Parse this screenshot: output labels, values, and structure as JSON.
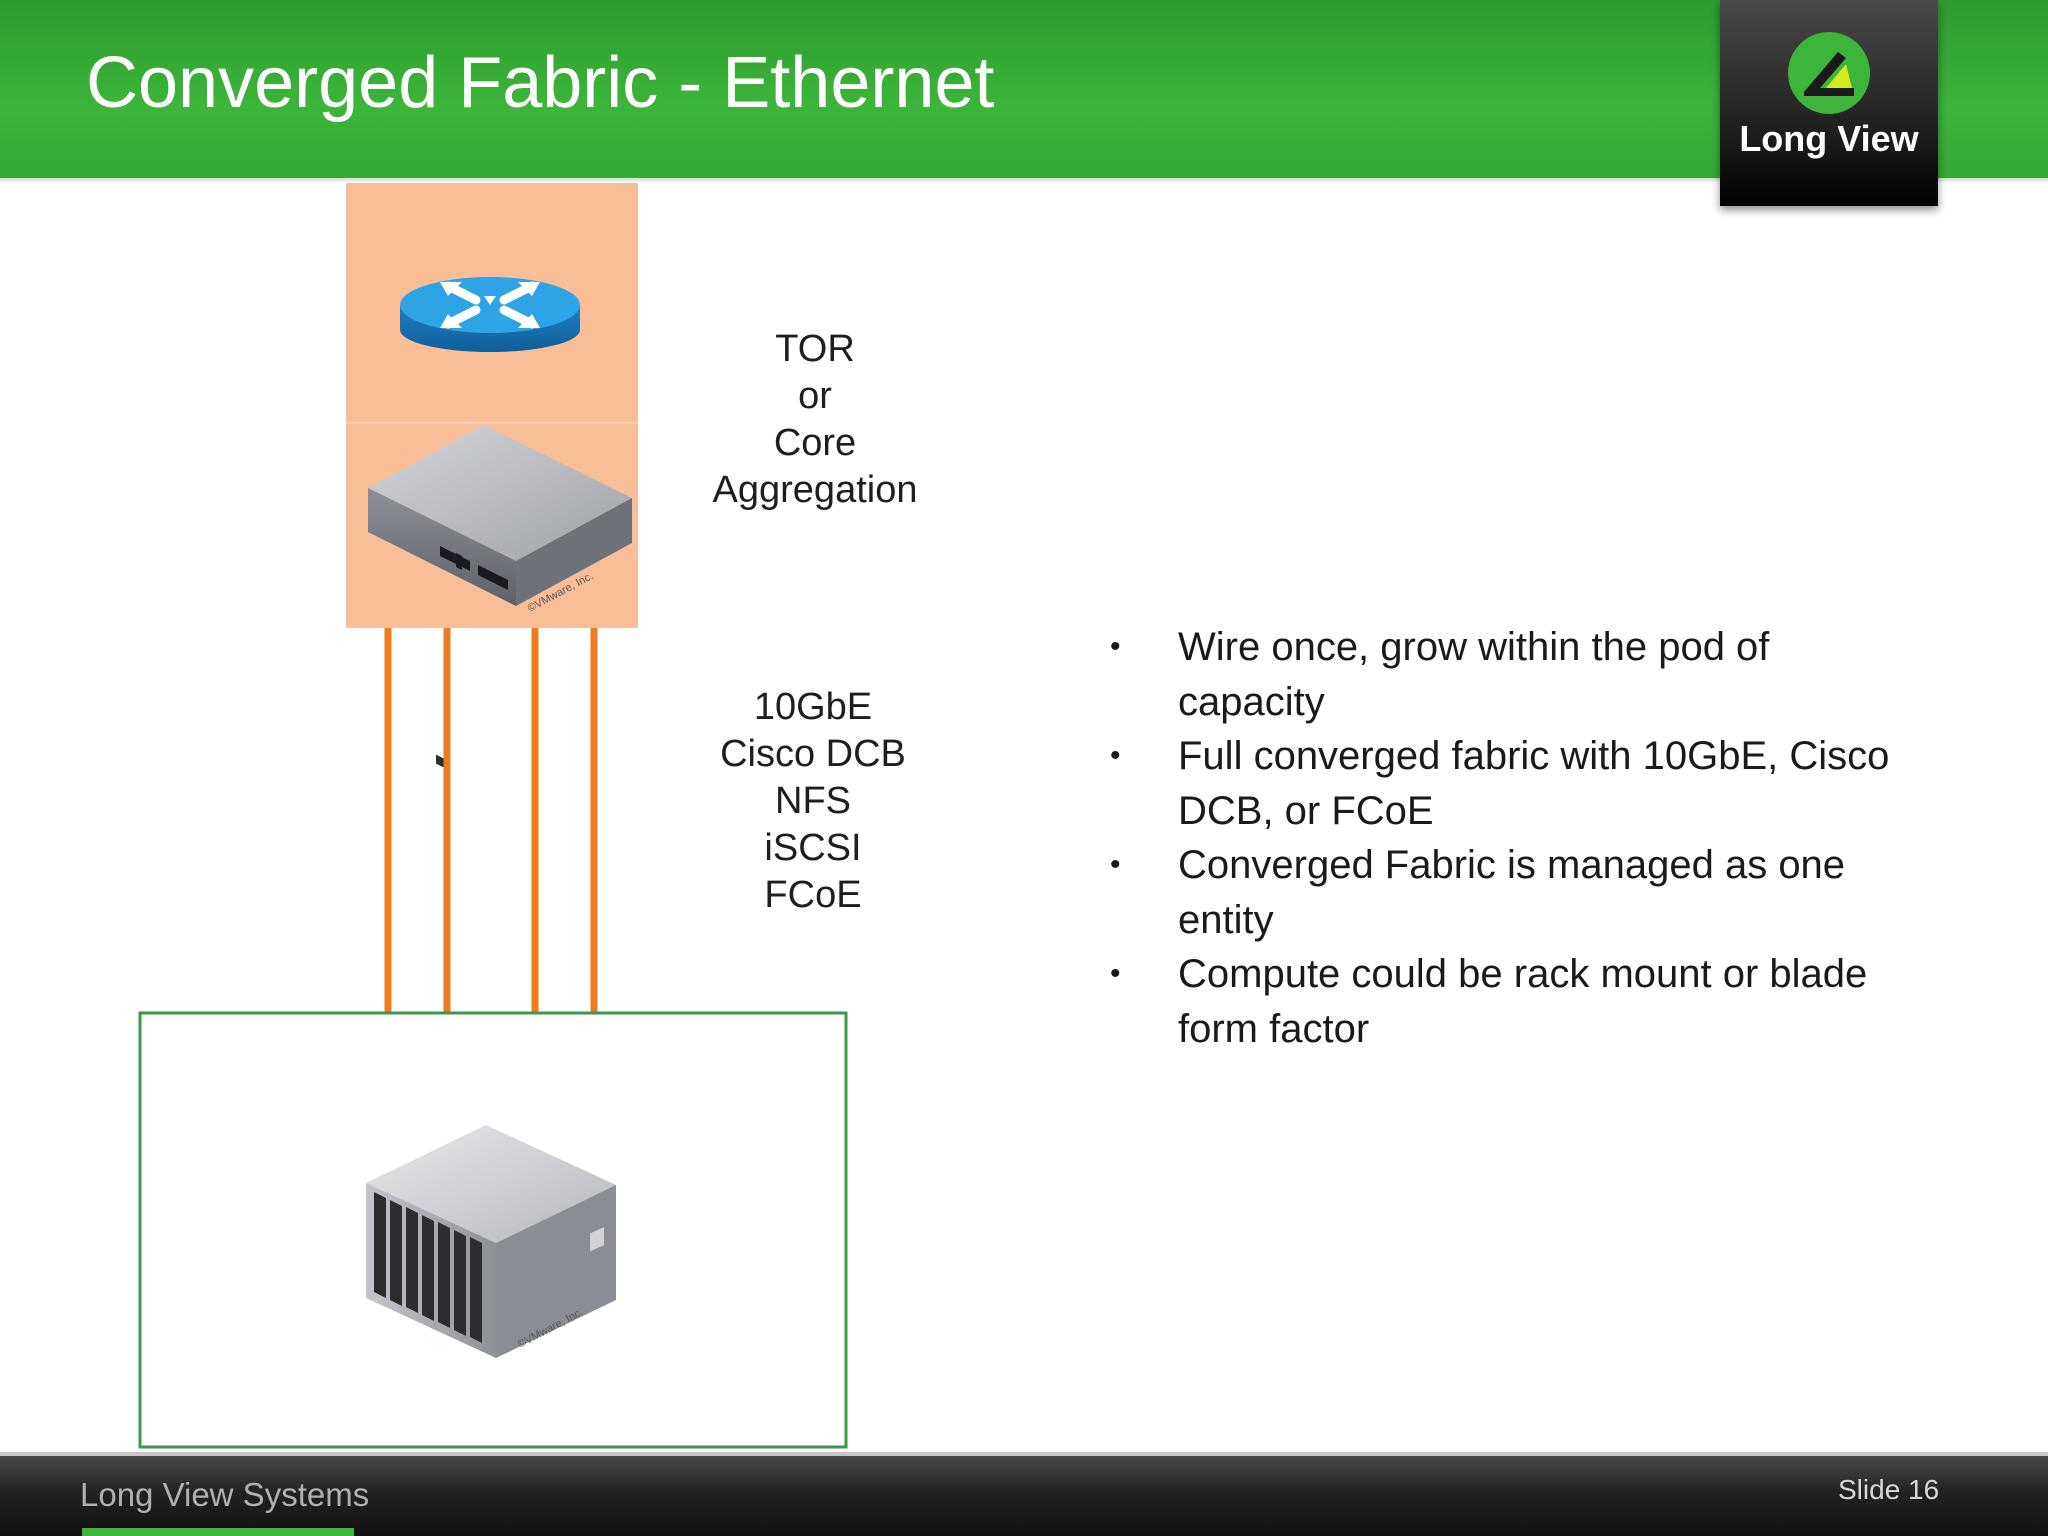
{
  "slide": {
    "title": "Converged Fabric - Ethernet",
    "logo_text": "Long View",
    "footer_brand": "Long View Systems",
    "slide_number": "Slide 16"
  },
  "diagram": {
    "top_label": "TOR\nor\nCore\nAggregation",
    "link_label": "10GbE\nCisco DCB\nNFS\niSCSI\nFCoE",
    "watermark": "©VMware, Inc.",
    "colors": {
      "switch_zone": "#f9be98",
      "links": "#f07a1e",
      "compute_border": "#3a9a4a",
      "router": "#2a8fd0"
    }
  },
  "bullets": [
    "Wire once, grow within the pod of capacity",
    "Full converged fabric with 10GbE, Cisco DCB, or FCoE",
    "Converged Fabric is managed as one entity",
    "Compute could be rack mount or blade form factor"
  ],
  "colors": {
    "header_green": "#3cb53a",
    "footer_dark": "#1c1c1c"
  }
}
